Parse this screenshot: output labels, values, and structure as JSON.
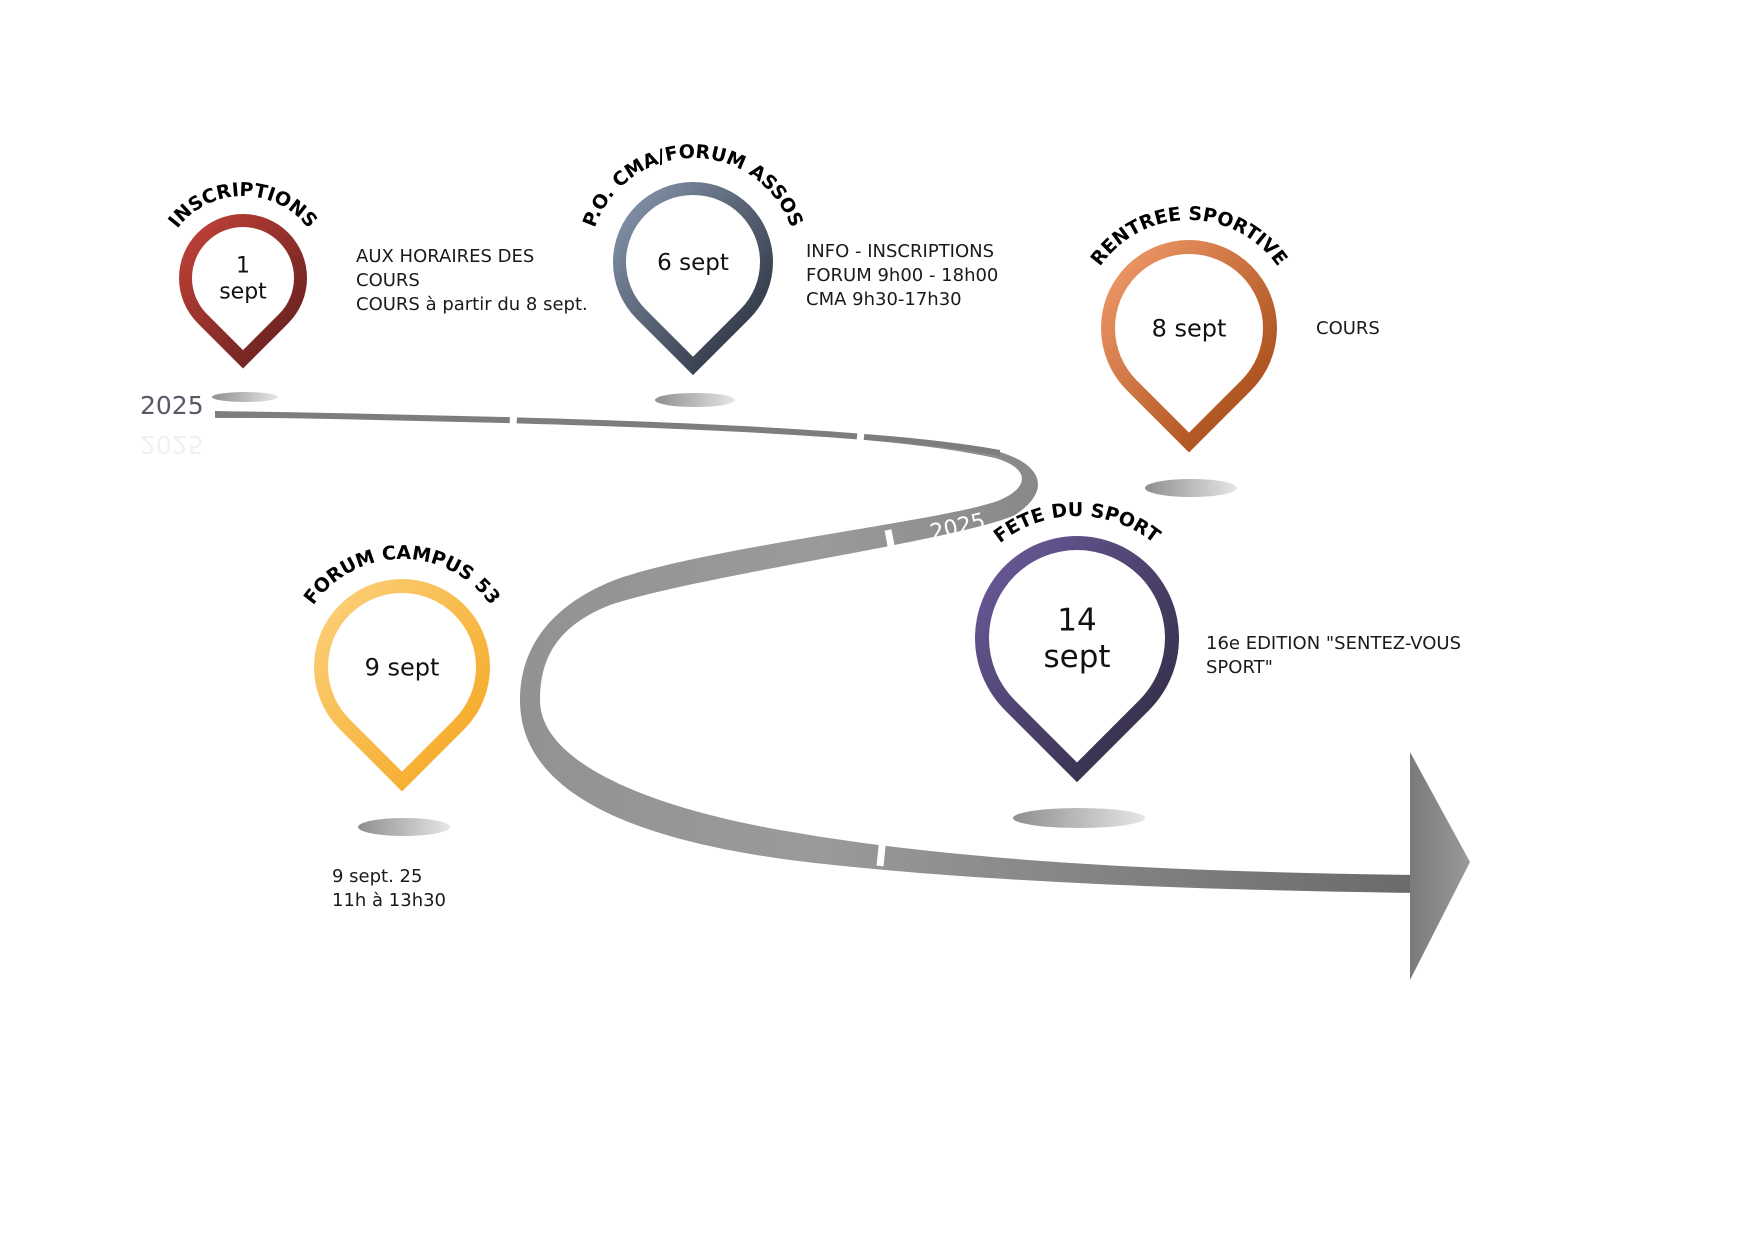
{
  "road": {
    "year_start": "2025",
    "year_mid": "2025",
    "color_light": "#9b9b9b",
    "color_dark": "#6e6e6e"
  },
  "events": [
    {
      "id": "inscriptions",
      "title": "INSCRIPTIONS",
      "date_lines": [
        "1",
        "sept"
      ],
      "note": "AUX HORAIRES DES\nCOURS\nCOURS à partir du 8 sept.",
      "colors": [
        "#c8443a",
        "#5a1c1c"
      ]
    },
    {
      "id": "po-cma",
      "title": "P.O. CMA/FORUM ASSOS",
      "date_lines": [
        "6 sept"
      ],
      "note": "INFO - INSCRIPTIONS\nFORUM 9h00 - 18h00\nCMA 9h30-17h30",
      "colors": [
        "#8c9cb4",
        "#1f2530"
      ]
    },
    {
      "id": "rentree",
      "title": "RENTREE SPORTIVE",
      "date_lines": [
        "8 sept"
      ],
      "note": "COURS",
      "colors": [
        "#f5a070",
        "#9a3e0a"
      ]
    },
    {
      "id": "forum-campus",
      "title": "FORUM CAMPUS 53",
      "date_lines": [
        "9 sept"
      ],
      "note": "9 sept. 25\n11h à 13h30",
      "colors": [
        "#fcd27e",
        "#f4a41a"
      ]
    },
    {
      "id": "fete-sport",
      "title": "FETE DU SPORT",
      "date_lines": [
        "14",
        "sept"
      ],
      "note": "16e EDITION \"SENTEZ-VOUS\nSPORT\"",
      "colors": [
        "#6e5da0",
        "#2a2638"
      ]
    }
  ]
}
